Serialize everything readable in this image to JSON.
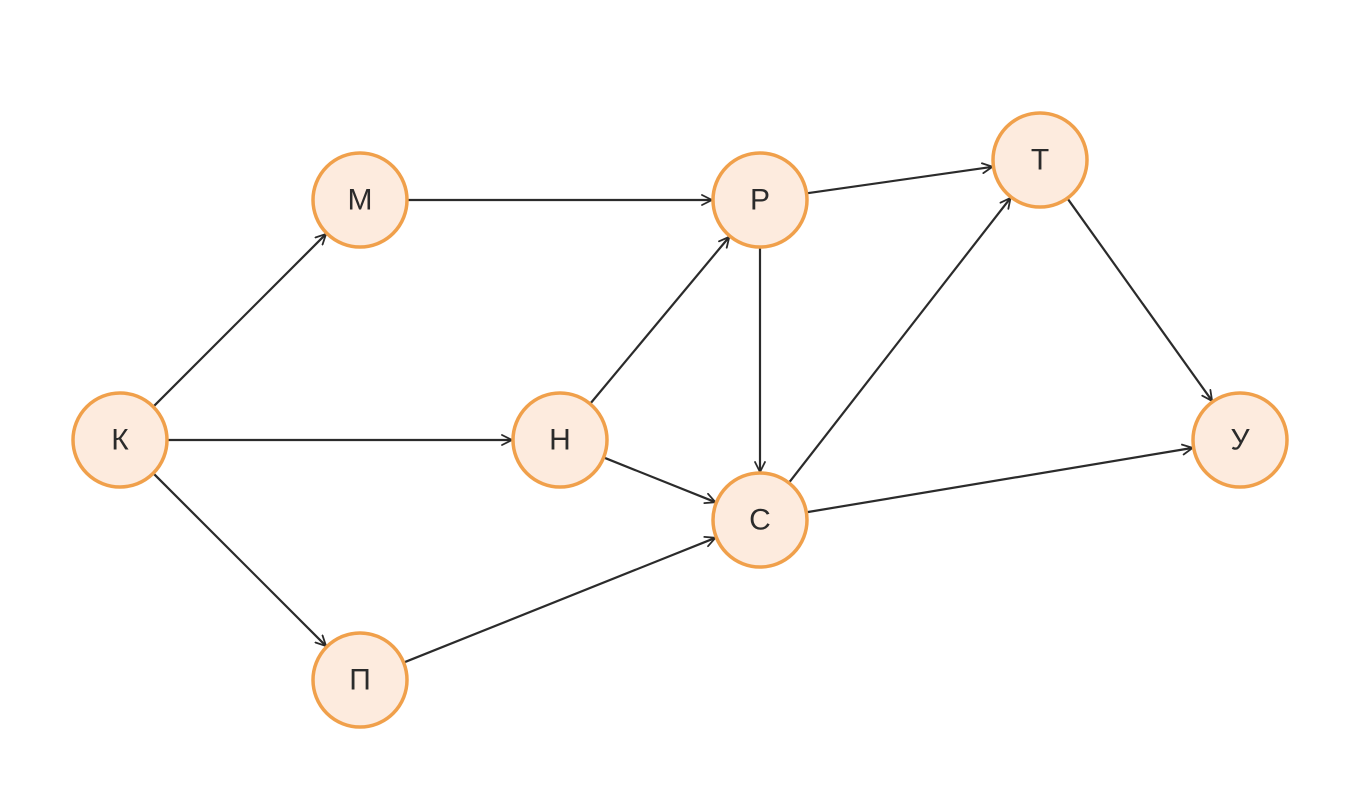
{
  "graph": {
    "colors": {
      "node_fill": "#fdebde",
      "node_stroke": "#f0a04b",
      "edge": "#2b2b2b",
      "label": "#2b2b2b"
    },
    "nodes": [
      {
        "id": "K",
        "label": "К"
      },
      {
        "id": "M",
        "label": "М"
      },
      {
        "id": "P",
        "label": "П"
      },
      {
        "id": "N",
        "label": "Н"
      },
      {
        "id": "R",
        "label": "Р"
      },
      {
        "id": "S",
        "label": "С"
      },
      {
        "id": "T",
        "label": "Т"
      },
      {
        "id": "U",
        "label": "У"
      }
    ],
    "edges": [
      {
        "from": "K",
        "to": "M"
      },
      {
        "from": "K",
        "to": "N"
      },
      {
        "from": "K",
        "to": "P"
      },
      {
        "from": "M",
        "to": "R"
      },
      {
        "from": "N",
        "to": "R"
      },
      {
        "from": "N",
        "to": "S"
      },
      {
        "from": "P",
        "to": "S"
      },
      {
        "from": "R",
        "to": "S"
      },
      {
        "from": "R",
        "to": "T"
      },
      {
        "from": "S",
        "to": "T"
      },
      {
        "from": "S",
        "to": "U"
      },
      {
        "from": "T",
        "to": "U"
      }
    ]
  }
}
